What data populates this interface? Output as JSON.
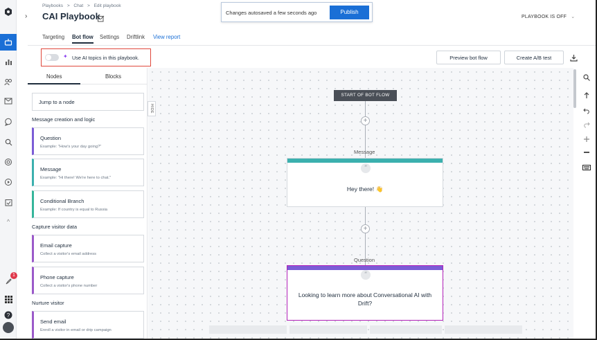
{
  "breadcrumb": [
    "Playbooks",
    ">",
    "Chat",
    ">",
    "Edit playbook"
  ],
  "page_title": "CAI Playbook",
  "toast": {
    "text": "Changes autosaved a few seconds ago",
    "publish_label": "Publish"
  },
  "playbook_status": "PLAYBOOK IS OFF",
  "tabs": [
    {
      "label": "Targeting"
    },
    {
      "label": "Bot flow",
      "active": true
    },
    {
      "label": "Settings"
    },
    {
      "label": "Driftlink"
    },
    {
      "label": "View report"
    }
  ],
  "ai_toggle": {
    "label": "Use AI topics in this playbook.",
    "on": false
  },
  "toolbar": {
    "preview_label": "Preview bot flow",
    "ab_test_label": "Create A/B test"
  },
  "panel": {
    "tabs": [
      "Nodes",
      "Blocks"
    ],
    "jump_placeholder": "Jump to a node",
    "hide_label": "HIDE",
    "sections": [
      {
        "title": "Message creation and logic"
      },
      {
        "title": "Capture visitor data"
      },
      {
        "title": "Nurture visitor"
      }
    ],
    "nodes": [
      {
        "title": "Question",
        "desc": "Example: \"How's your day going?\"",
        "color": "#7b5cd6"
      },
      {
        "title": "Message",
        "desc": "Example: \"Hi there! We're here to chat.\"",
        "color": "#3bb0ae"
      },
      {
        "title": "Conditional Branch",
        "desc": "Example: If country is equal to Russia",
        "color": "#35b59a"
      },
      {
        "title": "Email capture",
        "desc": "Collect a visitor's email address",
        "color": "#9b59c9"
      },
      {
        "title": "Phone capture",
        "desc": "Collect a visitor's phone number",
        "color": "#9b59c9"
      },
      {
        "title": "Send email",
        "desc": "Enroll a visitor in email or drip campaign",
        "color": "#9b59c9"
      }
    ]
  },
  "canvas": {
    "start_label": "START OF BOT FLOW",
    "message_label": "Message",
    "message_text": "Hey there! 👋",
    "question_label": "Question",
    "question_text": "Looking to learn more about Conversational AI with Drift?",
    "message_color": "#3bb0ae",
    "question_color": "#7b5cd6",
    "question_border": "#b11fb8"
  },
  "notifications_badge": "1",
  "colors": {
    "accent": "#1a6fd6",
    "highlight": "#e0473b"
  }
}
